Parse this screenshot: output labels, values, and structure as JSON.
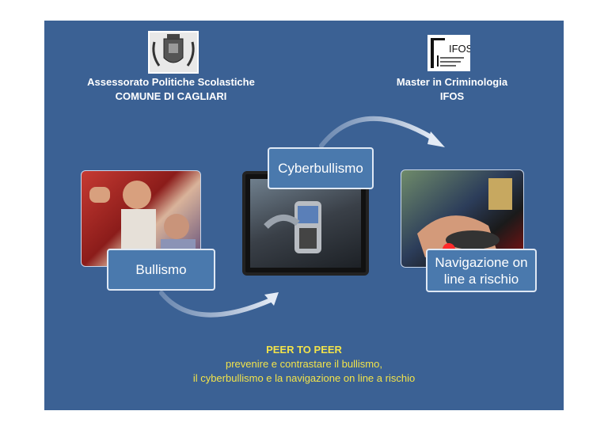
{
  "left_org": {
    "line1": "Assessorato Politiche Scolastiche",
    "line2": "COMUNE DI CAGLIARI"
  },
  "right_org": {
    "line1": "Master in Criminologia",
    "line2": "IFOS",
    "logo_text": "IFOS"
  },
  "boxes": {
    "bullismo": "Bullismo",
    "cyberbullismo": "Cyberbullismo",
    "navigazione": "Navigazione on line a rischio"
  },
  "footer": {
    "title": "PEER TO PEER",
    "line1": "prevenire e contrastare il bullismo,",
    "line2": "il cyberbullismo e la navigazione on line a rischio"
  },
  "colors": {
    "background": "#3b6194",
    "box": "#4a79ad",
    "footer_text": "#f2e34a"
  }
}
